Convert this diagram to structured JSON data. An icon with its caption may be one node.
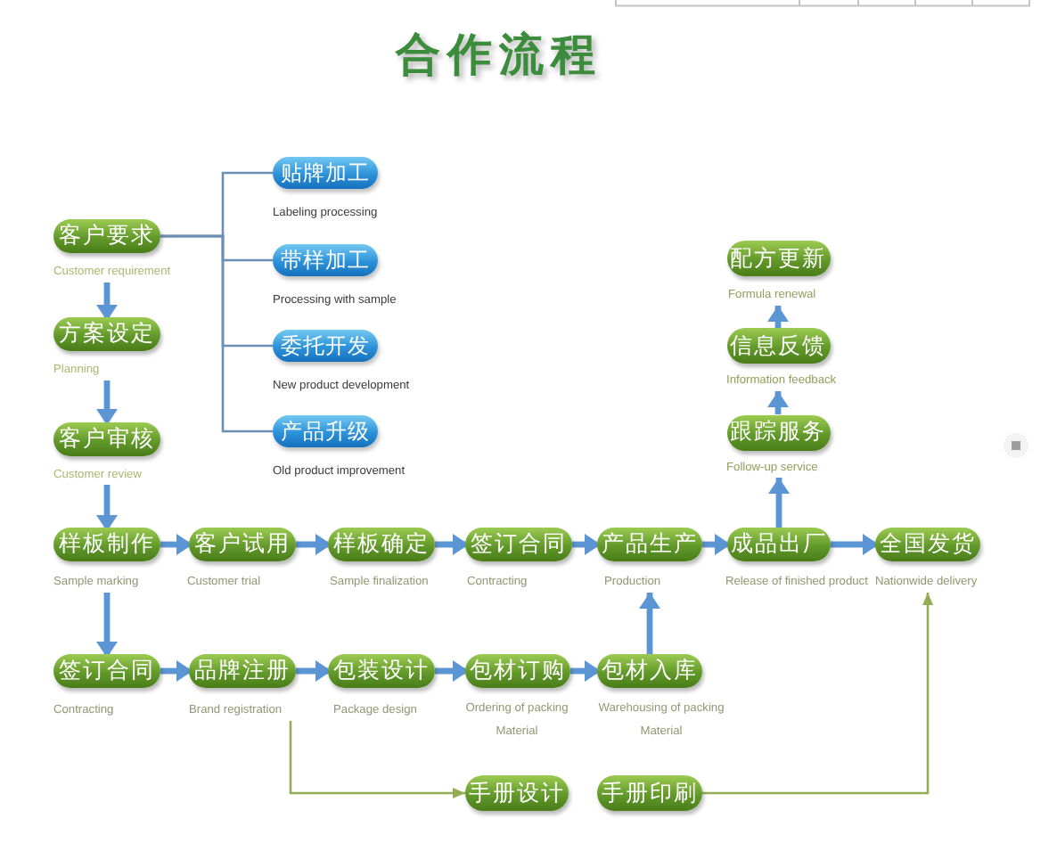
{
  "diagram": {
    "title": "合作流程",
    "nodes": [
      {
        "text": [
          "客户要求"
        ],
        "beside": [
          "Customer requirement"
        ]
      },
      {
        "text": [
          "贴牌加工"
        ],
        "beside": [
          "Labeling processing"
        ]
      },
      {
        "text": [
          "带样加工"
        ],
        "beside": [
          "Processing with sample"
        ]
      },
      {
        "text": [
          "委托开发"
        ],
        "beside": [
          "New product development"
        ]
      },
      {
        "text": [
          "产品升级"
        ],
        "beside": [
          "Old product improvement"
        ]
      },
      {
        "text": [
          "方案设定"
        ],
        "beside": [
          "Planning"
        ]
      },
      {
        "text": [
          "客户审核"
        ],
        "beside": [
          "Customer review"
        ]
      },
      {
        "text": [
          "样板制作"
        ],
        "beside": [
          "Sample marking"
        ]
      },
      {
        "text": [
          "客户试用"
        ],
        "beside": [
          "Customer trial"
        ]
      },
      {
        "text": [
          "样板确定"
        ],
        "beside": [
          "Sample finalization"
        ]
      },
      {
        "text": [
          "签订合同"
        ],
        "beside": [
          "Contracting"
        ]
      },
      {
        "text": [
          "产品生产"
        ],
        "beside": [
          "Production"
        ]
      },
      {
        "text": [
          "成品出厂"
        ],
        "beside": [
          "Release of finished product"
        ]
      },
      {
        "text": [
          "全国发货"
        ],
        "beside": [
          "Nationwide delivery"
        ]
      },
      {
        "text": [
          "配方更新"
        ],
        "beside": [
          "Formula renewal"
        ]
      },
      {
        "text": [
          "信息反馈"
        ],
        "beside": [
          "Information feedback"
        ]
      },
      {
        "text": [
          "跟踪服务"
        ],
        "beside": [
          "Follow-up service"
        ]
      },
      {
        "text": [
          "签订合同"
        ],
        "beside": [
          "Contracting"
        ]
      },
      {
        "text": [
          "品牌注册"
        ],
        "beside": [
          "Brand registration"
        ]
      },
      {
        "text": [
          "包装设计"
        ],
        "beside": [
          "Package design"
        ]
      },
      {
        "text": [
          "包材订购"
        ],
        "beside": [
          "Ordering of packing Material"
        ]
      },
      {
        "text": [
          "包材入库"
        ],
        "beside": [
          "Warehousing of packing Material"
        ]
      },
      {
        "text": [
          "手册设计"
        ]
      },
      {
        "text": [
          "手册印刷"
        ]
      }
    ],
    "edges": [
      {
        "from": 0,
        "to": 1,
        "arrow": "none",
        "color": "#6c8fb4"
      },
      {
        "from": 0,
        "to": 2,
        "arrow": "none",
        "color": "#6c8fb4"
      },
      {
        "from": 0,
        "to": 3,
        "arrow": "none",
        "color": "#6c8fb4"
      },
      {
        "from": 0,
        "to": 4,
        "arrow": "none",
        "color": "#6c8fb4"
      },
      {
        "from": 0,
        "to": 5,
        "arrow": "to"
      },
      {
        "from": 5,
        "to": 6,
        "arrow": "to"
      },
      {
        "from": 6,
        "to": 7,
        "arrow": "to"
      },
      {
        "from": 7,
        "to": 8,
        "arrow": "to"
      },
      {
        "from": 8,
        "to": 9,
        "arrow": "to"
      },
      {
        "from": 9,
        "to": 10,
        "arrow": "to"
      },
      {
        "from": 10,
        "to": 11,
        "arrow": "to"
      },
      {
        "from": 11,
        "to": 12,
        "arrow": "to"
      },
      {
        "from": 12,
        "to": 13,
        "arrow": "to"
      },
      {
        "from": 7,
        "to": 17,
        "arrow": "to"
      },
      {
        "from": 17,
        "to": 18,
        "arrow": "to"
      },
      {
        "from": 18,
        "to": 19,
        "arrow": "to"
      },
      {
        "from": 19,
        "to": 20,
        "arrow": "to"
      },
      {
        "from": 20,
        "to": 21,
        "arrow": "to"
      },
      {
        "from": 21,
        "to": 11,
        "arrow": "to"
      },
      {
        "from": 12,
        "to": 16,
        "arrow": "to"
      },
      {
        "from": 16,
        "to": 15,
        "arrow": "to"
      },
      {
        "from": 15,
        "to": 14,
        "arrow": "to"
      },
      {
        "from": 18,
        "to": 22,
        "arrow": "to",
        "color": "#93ad55"
      },
      {
        "from": 23,
        "to": 13,
        "arrow": "to",
        "color": "#93ad55"
      }
    ]
  }
}
